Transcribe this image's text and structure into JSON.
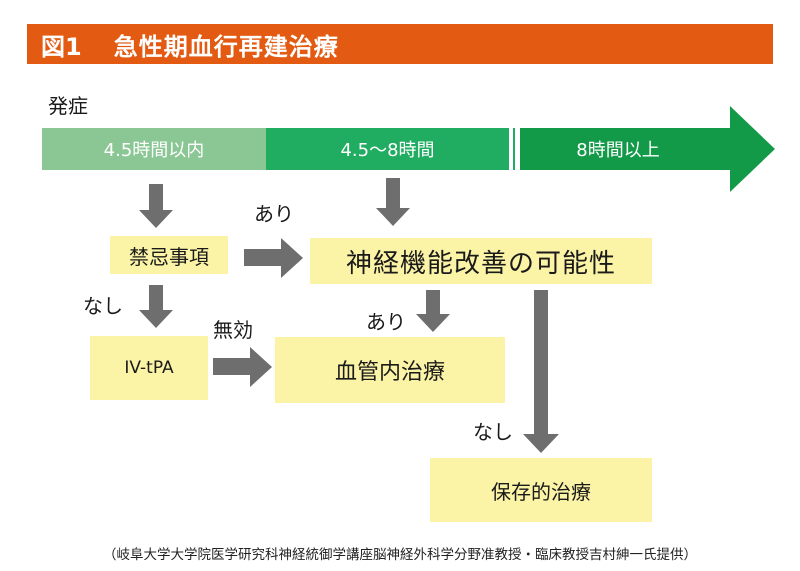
{
  "header": {
    "figure_number": "図1",
    "title": "急性期血行再建治療"
  },
  "timeline": {
    "onset_label": "発症",
    "segments": [
      {
        "label": "4.5時間以内",
        "color": "#8bc795"
      },
      {
        "label": "4.5～8時間",
        "color": "#21ad61"
      },
      {
        "label": "8時間以上",
        "color": "#139a49"
      }
    ]
  },
  "boxes": {
    "contraindication": "禁忌事項",
    "neuro_improvement": "神経機能改善の可能性",
    "iv_tpa": "IV-tPA",
    "endovascular": "血管内治療",
    "conservative": "保存的治療"
  },
  "edge_labels": {
    "contra_yes": "あり",
    "contra_no": "なし",
    "tpa_ineffective": "無効",
    "improvement_yes": "あり",
    "improvement_no": "なし"
  },
  "colors": {
    "header_bg": "#e35a12",
    "box_bg": "#fbf3a6",
    "arrow_gray": "#6e6e6e"
  },
  "credit": "（岐阜大学大学院医学研究科神経統御学講座脳神経外科学分野准教授・臨床教授吉村紳一氏提供）"
}
